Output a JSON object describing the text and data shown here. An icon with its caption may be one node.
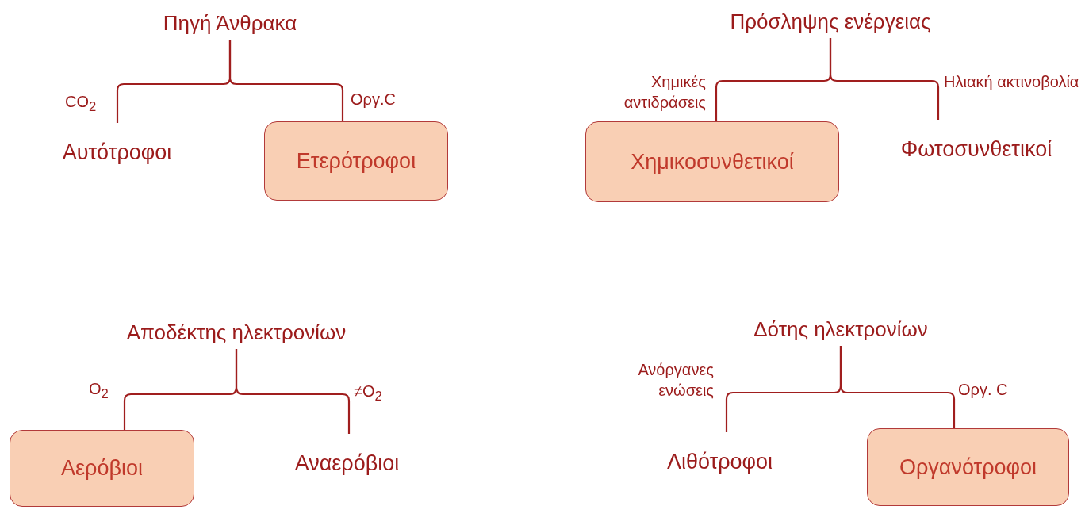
{
  "diagram": {
    "nodes": [
      {
        "text": [
          "Πηγή Άνθρακα"
        ]
      },
      {
        "text": [
          "Αυτότροφοι"
        ]
      },
      {
        "text": [
          "Ετερότροφοι"
        ]
      },
      {
        "text": [
          "Πρόσληψης ενέργειας"
        ]
      },
      {
        "text": [
          "Χημικοσυνθετικοί"
        ]
      },
      {
        "text": [
          "Φωτοσυνθετικοί"
        ]
      },
      {
        "text": [
          "Αποδέκτης ηλεκτρονίων"
        ]
      },
      {
        "text": [
          "Αερόβιοι"
        ]
      },
      {
        "text": [
          "Αναερόβιοι"
        ]
      },
      {
        "text": [
          "Δότης ηλεκτρονίων"
        ]
      },
      {
        "text": [
          "Λιθότροφοι"
        ]
      },
      {
        "text": [
          "Οργανότροφοι"
        ]
      }
    ],
    "edges": [
      {
        "from": 0,
        "to": 1,
        "arrow": "none",
        "label": "CO$_{2}$"
      },
      {
        "from": 0,
        "to": 2,
        "arrow": "none",
        "label": "Οργ.C"
      },
      {
        "from": 3,
        "to": 4,
        "arrow": "none",
        "label": "Χημικές αντιδράσεις"
      },
      {
        "from": 3,
        "to": 5,
        "arrow": "none",
        "label": "Ηλιακή ακτινοβολία"
      },
      {
        "from": 6,
        "to": 7,
        "arrow": "none",
        "label": "O$_{2}$"
      },
      {
        "from": 6,
        "to": 8,
        "arrow": "none",
        "label": "≠O$_{2}$"
      },
      {
        "from": 9,
        "to": 10,
        "arrow": "none",
        "label": "Ανόργανες ενώσεις"
      },
      {
        "from": 9,
        "to": 11,
        "arrow": "none",
        "label": "Οργ. C"
      }
    ]
  }
}
